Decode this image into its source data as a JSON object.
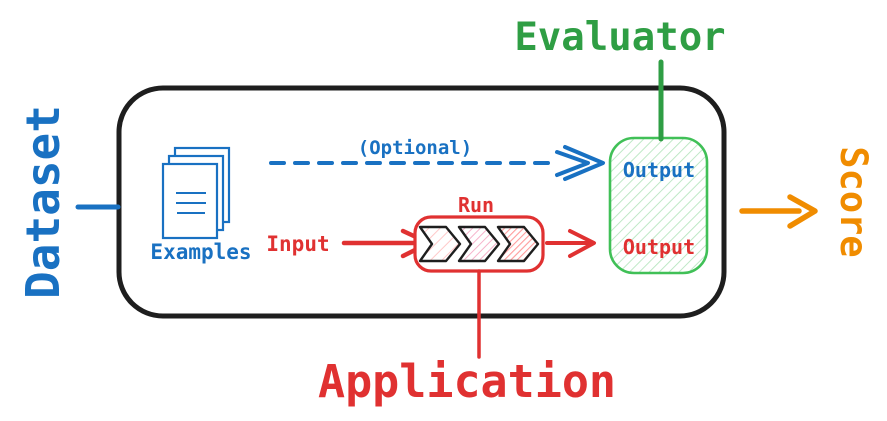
{
  "diagram": {
    "outer_labels": {
      "dataset": "Dataset",
      "evaluator": "Evaluator",
      "score": "Score",
      "application": "Application"
    },
    "inner_labels": {
      "examples": "Examples",
      "optional": "(Optional)",
      "input": "Input",
      "run": "Run",
      "evaluator_output_top": "Output",
      "evaluator_output_bottom": "Output"
    },
    "icons": {
      "examples": "stacked-documents-icon",
      "run": "triple-chevron-pipeline-icon",
      "arrows": [
        "dashed-optional-arrow",
        "input-arrow",
        "run-output-arrow",
        "score-arrow"
      ]
    },
    "colors": {
      "blue": "#1971c2",
      "red": "#e03131",
      "green": "#2f9e44",
      "green_border": "#40c057",
      "green_hatch": "#b7e6c0",
      "orange": "#f08c00",
      "ink": "#1e1e1e",
      "chevron_hatch_1": "#ffc9c9",
      "chevron_hatch_2": "#f6b3cb",
      "chevron_hatch_3": "#ff9c9c"
    }
  }
}
